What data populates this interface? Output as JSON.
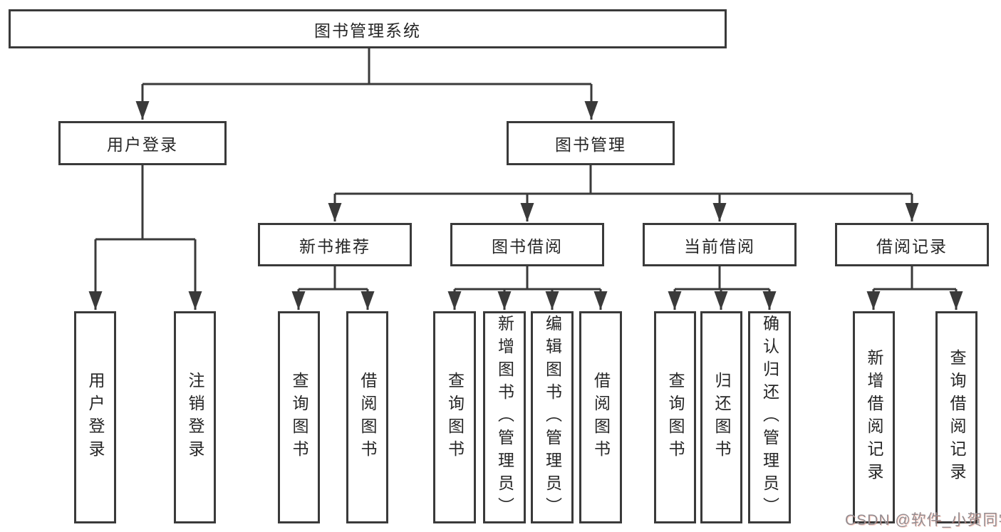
{
  "diagram_type": "hierarchy-tree",
  "tree": {
    "label": "图书管理系统",
    "children": [
      {
        "label": "用户登录",
        "children": [
          {
            "label": "用户登录"
          },
          {
            "label": "注销登录"
          }
        ]
      },
      {
        "label": "图书管理",
        "children": [
          {
            "label": "新书推荐",
            "children": [
              {
                "label": "查询图书"
              },
              {
                "label": "借阅图书"
              }
            ]
          },
          {
            "label": "图书借阅",
            "children": [
              {
                "label": "查询图书"
              },
              {
                "label": "新增图书（管理员）"
              },
              {
                "label": "编辑图书（管理员）"
              },
              {
                "label": "借阅图书"
              }
            ]
          },
          {
            "label": "当前借阅",
            "children": [
              {
                "label": "查询图书"
              },
              {
                "label": "归还图书"
              },
              {
                "label": "确认归还（管理员）"
              }
            ]
          },
          {
            "label": "借阅记录",
            "children": [
              {
                "label": "新增借阅记录"
              },
              {
                "label": "查询借阅记录"
              }
            ]
          }
        ]
      }
    ]
  },
  "watermark": "CSDN @软件_小贺同学",
  "colors": {
    "line": "#3a3a3a",
    "text": "#262626",
    "background": "#ffffff",
    "watermark_color": "#938d91"
  }
}
